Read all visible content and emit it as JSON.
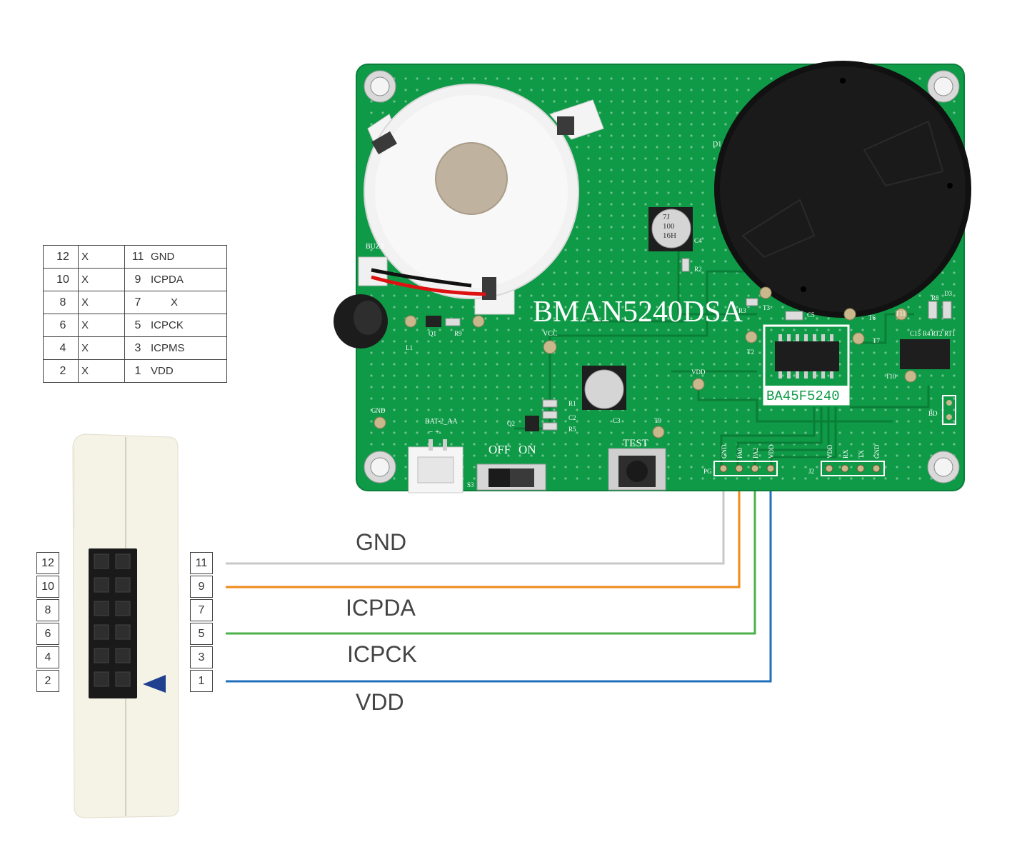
{
  "pin_table": [
    {
      "left_pin": "12",
      "left_sig": "X",
      "right_pin": "11",
      "right_sig": "GND"
    },
    {
      "left_pin": "10",
      "left_sig": "X",
      "right_pin": "9",
      "right_sig": "ICPDA"
    },
    {
      "left_pin": "8",
      "left_sig": "X",
      "right_pin": "7",
      "right_sig": "X"
    },
    {
      "left_pin": "6",
      "left_sig": "X",
      "right_pin": "5",
      "right_sig": "ICPCK"
    },
    {
      "left_pin": "4",
      "left_sig": "X",
      "right_pin": "3",
      "right_sig": "ICPMS"
    },
    {
      "left_pin": "2",
      "left_sig": "X",
      "right_pin": "1",
      "right_sig": "VDD"
    }
  ],
  "connector_pins_left": [
    "12",
    "10",
    "8",
    "6",
    "4",
    "2"
  ],
  "connector_pins_right": [
    "11",
    "9",
    "7",
    "5",
    "3",
    "1"
  ],
  "wires": [
    {
      "label": "GND",
      "color": "#c8c8c8"
    },
    {
      "label": "ICPDA",
      "color": "#ef8a17"
    },
    {
      "label": "ICPCK",
      "color": "#4db04a"
    },
    {
      "label": "VDD",
      "color": "#1f6fba"
    }
  ],
  "board": {
    "title": "BMAN5240DSA",
    "chip_label": "BA45F5240",
    "color": "#0f9a47",
    "buzzer_label": "BUZZ",
    "sensor_label": "D1",
    "cap_text": [
      "7J",
      "100",
      "16H"
    ],
    "switch_off": "OFF",
    "switch_on": "ON",
    "test_label": "TEST",
    "bat_label": "BAT-2_AA",
    "bat_polarity": "− +",
    "vcc_label": "VCC",
    "vdd_label": "VDD",
    "gnd_label": "GND",
    "prog_header": [
      "GND",
      "PA0",
      "PA2",
      "VDD"
    ],
    "uart_header": [
      "VDD",
      "RX",
      "TX",
      "GND"
    ],
    "pg_label": "PG",
    "j2_label": "J2",
    "bd_label": "BD",
    "component_labels": [
      "Q1",
      "R9",
      "L1",
      "Q2",
      "R1",
      "C2",
      "R5",
      "C3",
      "T9",
      "S3",
      "C4",
      "R2",
      "R3",
      "T3",
      "C5",
      "T2",
      "T6",
      "T7",
      "T11",
      "R8",
      "D3",
      "C15",
      "R4",
      "RT2",
      "RT1",
      "T10"
    ]
  },
  "colors": {
    "orange_x": "#ef8a17",
    "arrow": "#1f3f8f",
    "programmer_body": "#f6f3e8"
  }
}
